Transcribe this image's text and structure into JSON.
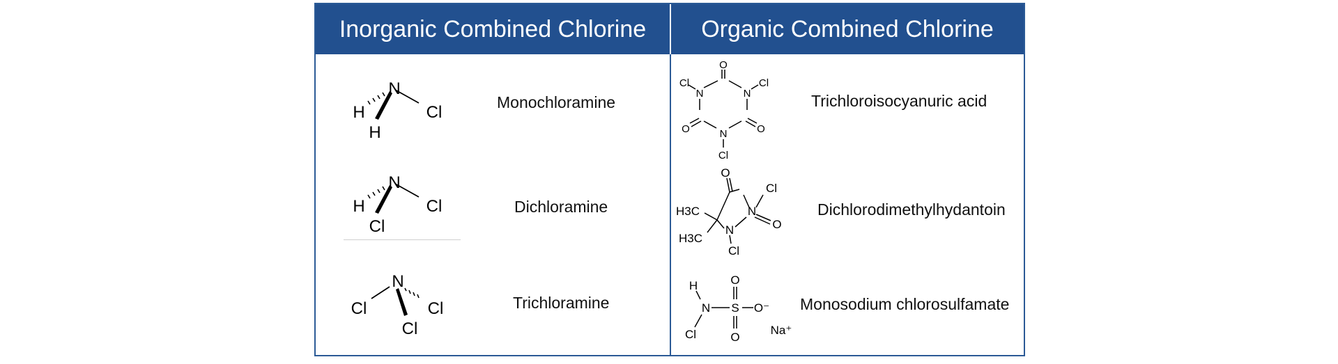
{
  "headers": {
    "inorganic": "Inorganic Combined Chlorine",
    "organic": "Organic Combined Chlorine"
  },
  "inorganic": [
    {
      "name": "Monochloramine",
      "structure_labels": {
        "n": "N",
        "h1": "H",
        "h2": "H",
        "cl": "Cl"
      }
    },
    {
      "name": "Dichloramine",
      "structure_labels": {
        "n": "N",
        "h1": "H",
        "cl1": "Cl",
        "cl2": "Cl"
      }
    },
    {
      "name": "Trichloramine",
      "structure_labels": {
        "n": "N",
        "cl1": "Cl",
        "cl2": "Cl",
        "cl3": "Cl"
      }
    }
  ],
  "organic": [
    {
      "name": "Trichloroisocyanuric acid",
      "structure_labels": {
        "o": "O",
        "n": "N",
        "cl": "Cl"
      }
    },
    {
      "name": "Dichlorodimethylhydantoin",
      "structure_labels": {
        "o": "O",
        "n": "N",
        "cl": "Cl",
        "h3c": "H3C"
      }
    },
    {
      "name": "Monosodium chlorosulfamate",
      "structure_labels": {
        "h": "H",
        "n": "N",
        "s": "S",
        "o": "O",
        "o_minus": "O⁻",
        "na": "Na⁺",
        "cl": "Cl"
      }
    }
  ],
  "colors": {
    "header_bg": "#22508f",
    "border": "#2b5a96",
    "header_text": "#ffffff"
  }
}
